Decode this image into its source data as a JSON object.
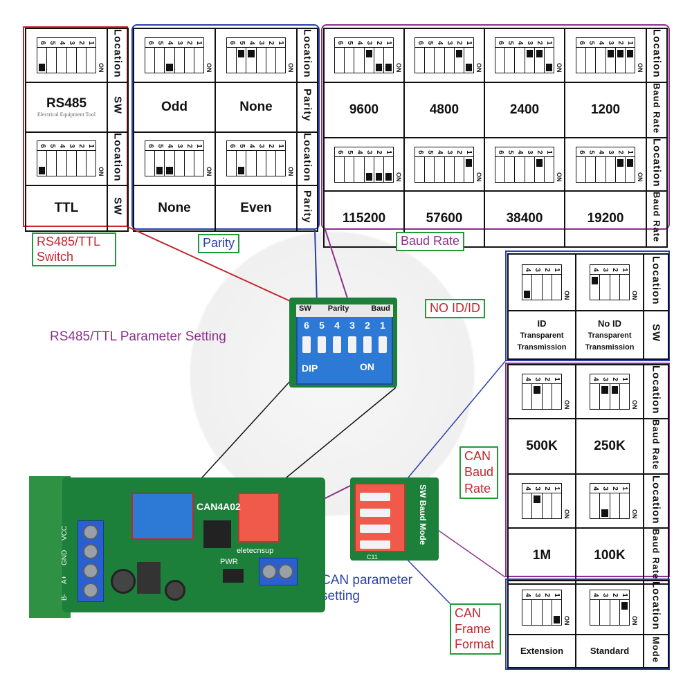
{
  "rs485_ttl": {
    "location_header": "Location",
    "sw_header": "SW",
    "on_label": "ON",
    "rs485": "RS485",
    "ttl": "TTL",
    "watermark_caption": "Electrical Equipment Tool"
  },
  "parity": {
    "location_header": "Location",
    "parity_header": "Parity",
    "odd": "Odd",
    "none_top": "None",
    "none_bottom": "None",
    "even": "Even"
  },
  "baud": {
    "location_header": "Location",
    "baud_header": "Baud Rate",
    "top": [
      "9600",
      "4800",
      "2400",
      "1200"
    ],
    "bottom": [
      "115200",
      "57600",
      "38400",
      "19200"
    ]
  },
  "dip_numbers6": [
    "6",
    "5",
    "4",
    "3",
    "2",
    "1"
  ],
  "dip_numbers4": [
    "4",
    "3",
    "2",
    "1"
  ],
  "labels": {
    "rs485_ttl_switch": "RS485/TTL Switch",
    "parity": "Parity",
    "baud_rate": "Baud Rate",
    "rs485_param": "RS485/TTL Parameter Setting",
    "no_id": "NO ID/ID",
    "can_baud": "CAN Baud Rate",
    "can_param": "CAN parameter setting",
    "can_frame": "CAN Frame Format"
  },
  "id_table": {
    "location_header": "Location",
    "sw_header": "SW",
    "id_title": "ID",
    "noid_title": "No ID",
    "line2": "Transparent",
    "line3": "Transmission"
  },
  "can_baud_table": {
    "location_header": "Location",
    "baud_header": "Baud Rate",
    "top": [
      "500K",
      "250K"
    ],
    "bottom": [
      "1M",
      "100K"
    ]
  },
  "frame_table": {
    "location_header": "Location",
    "mode_header": "Mode",
    "extension": "Extension",
    "standard": "Standard"
  },
  "board": {
    "model": "CAN4A02",
    "brand": "eletecnsup",
    "pwr": "PWR",
    "pins": [
      "B-",
      "A+",
      "GND",
      "VCC"
    ],
    "sw_dip_header": "SW",
    "parity_text": "Parity",
    "baud_text": "Baud",
    "dip_text": "DIP",
    "on_text": "ON",
    "mode_text": "Mode",
    "c11": "C11"
  },
  "colors": {
    "rs485_group": "#c1272d",
    "parity_group": "#2b3fa8",
    "baud_group": "#8b2f8b",
    "label_border": "#1f9a3b",
    "label_red": "#c1272d",
    "label_blue": "#2b3fa8",
    "label_purple": "#8b2f8b"
  }
}
